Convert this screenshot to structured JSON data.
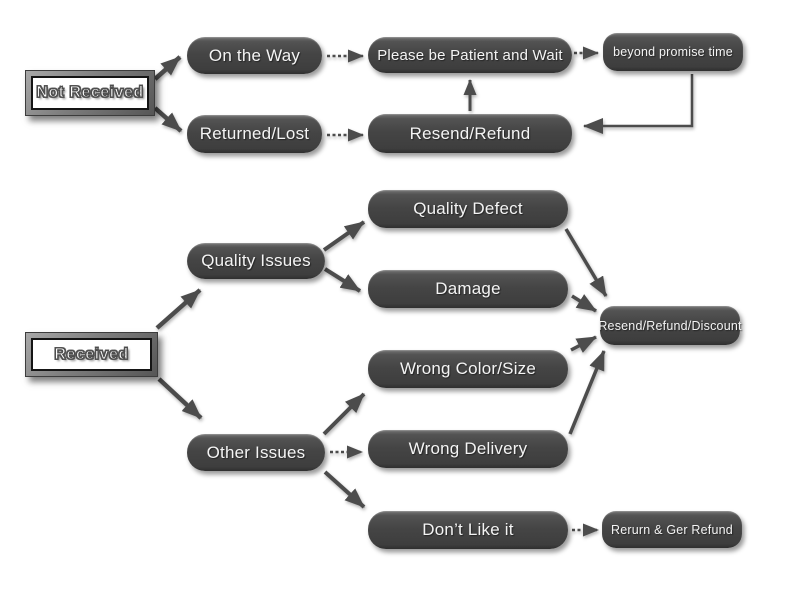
{
  "diagram": {
    "type": "flowchart",
    "background": "#ffffff",
    "colors": {
      "node_fill": "#454545",
      "node_highlight": "#757575",
      "node_text": "#f4f4f4",
      "arrow": "#4c4c4c",
      "root_frame": "#7e7e7e",
      "root_border": "#151515",
      "root_background": "#ffffff",
      "root_text_outline": "#5a5a5a"
    },
    "nodes": {
      "not_received": {
        "label": "Not Received",
        "kind": "root"
      },
      "on_the_way": {
        "label": "On the Way",
        "kind": "pill"
      },
      "please_wait": {
        "label": "Please be Patient and Wait",
        "kind": "pill"
      },
      "beyond_promise": {
        "label": "beyond promise time",
        "kind": "pill"
      },
      "returned_lost": {
        "label": "Returned/Lost",
        "kind": "pill"
      },
      "resend_refund": {
        "label": "Resend/Refund",
        "kind": "pill"
      },
      "received": {
        "label": "Received",
        "kind": "root"
      },
      "quality_issues": {
        "label": "Quality Issues",
        "kind": "pill"
      },
      "quality_defect": {
        "label": "Quality Defect",
        "kind": "pill"
      },
      "damage": {
        "label": "Damage",
        "kind": "pill"
      },
      "resend_refund_discount": {
        "label": "Resend/Refund/Discount",
        "kind": "pill"
      },
      "wrong_color_size": {
        "label": "Wrong Color/Size",
        "kind": "pill"
      },
      "other_issues": {
        "label": "Other Issues",
        "kind": "pill"
      },
      "wrong_delivery": {
        "label": "Wrong Delivery",
        "kind": "pill"
      },
      "dont_like_it": {
        "label": "Don’t Like it",
        "kind": "pill"
      },
      "return_get_refund": {
        "label": "Rerurn & Ger Refund",
        "kind": "pill"
      }
    },
    "edges": [
      {
        "from": "not_received",
        "to": "on_the_way"
      },
      {
        "from": "not_received",
        "to": "returned_lost"
      },
      {
        "from": "on_the_way",
        "to": "please_wait"
      },
      {
        "from": "please_wait",
        "to": "beyond_promise"
      },
      {
        "from": "beyond_promise",
        "to": "resend_refund"
      },
      {
        "from": "returned_lost",
        "to": "resend_refund"
      },
      {
        "from": "resend_refund",
        "to": "please_wait"
      },
      {
        "from": "received",
        "to": "quality_issues"
      },
      {
        "from": "received",
        "to": "other_issues"
      },
      {
        "from": "quality_issues",
        "to": "quality_defect"
      },
      {
        "from": "quality_issues",
        "to": "damage"
      },
      {
        "from": "quality_defect",
        "to": "resend_refund_discount"
      },
      {
        "from": "damage",
        "to": "resend_refund_discount"
      },
      {
        "from": "wrong_color_size",
        "to": "resend_refund_discount"
      },
      {
        "from": "wrong_delivery",
        "to": "resend_refund_discount"
      },
      {
        "from": "other_issues",
        "to": "wrong_color_size"
      },
      {
        "from": "other_issues",
        "to": "wrong_delivery"
      },
      {
        "from": "other_issues",
        "to": "dont_like_it"
      },
      {
        "from": "dont_like_it",
        "to": "return_get_refund"
      }
    ]
  }
}
